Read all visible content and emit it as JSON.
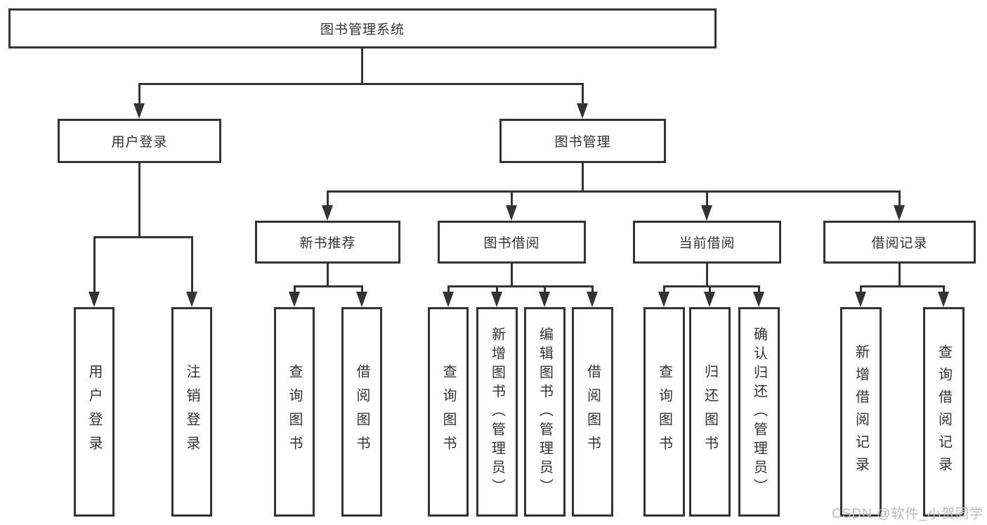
{
  "nodes": {
    "root": "图书管理系统",
    "l2": {
      "user_login": "用户登录",
      "book_mgmt": "图书管理"
    },
    "l3": {
      "new_book_rec": "新书推荐",
      "book_borrow": "图书借阅",
      "current_borrow": "当前借阅",
      "borrow_record": "借阅记录"
    },
    "leaves": {
      "user_login": "用户登录",
      "logout": "注销登录",
      "rec_query_book": "查询图书",
      "rec_borrow_book": "借阅图书",
      "bb_query_book": "查询图书",
      "bb_add_book": "新增图书（管理员）",
      "bb_edit_book": "编辑图书（管理员）",
      "bb_borrow_book": "借阅图书",
      "cb_query_book": "查询图书",
      "cb_return_book": "归还图书",
      "cb_confirm_return": "确认归还（管理员）",
      "br_add_record": "新增借阅记录",
      "br_query_record": "查询借阅记录"
    }
  },
  "watermark": "CSDN @软件_小贺同学",
  "colors": {
    "line": "#333333",
    "text": "#333333",
    "watermark": "#bbbbbb",
    "background": "#ffffff"
  }
}
